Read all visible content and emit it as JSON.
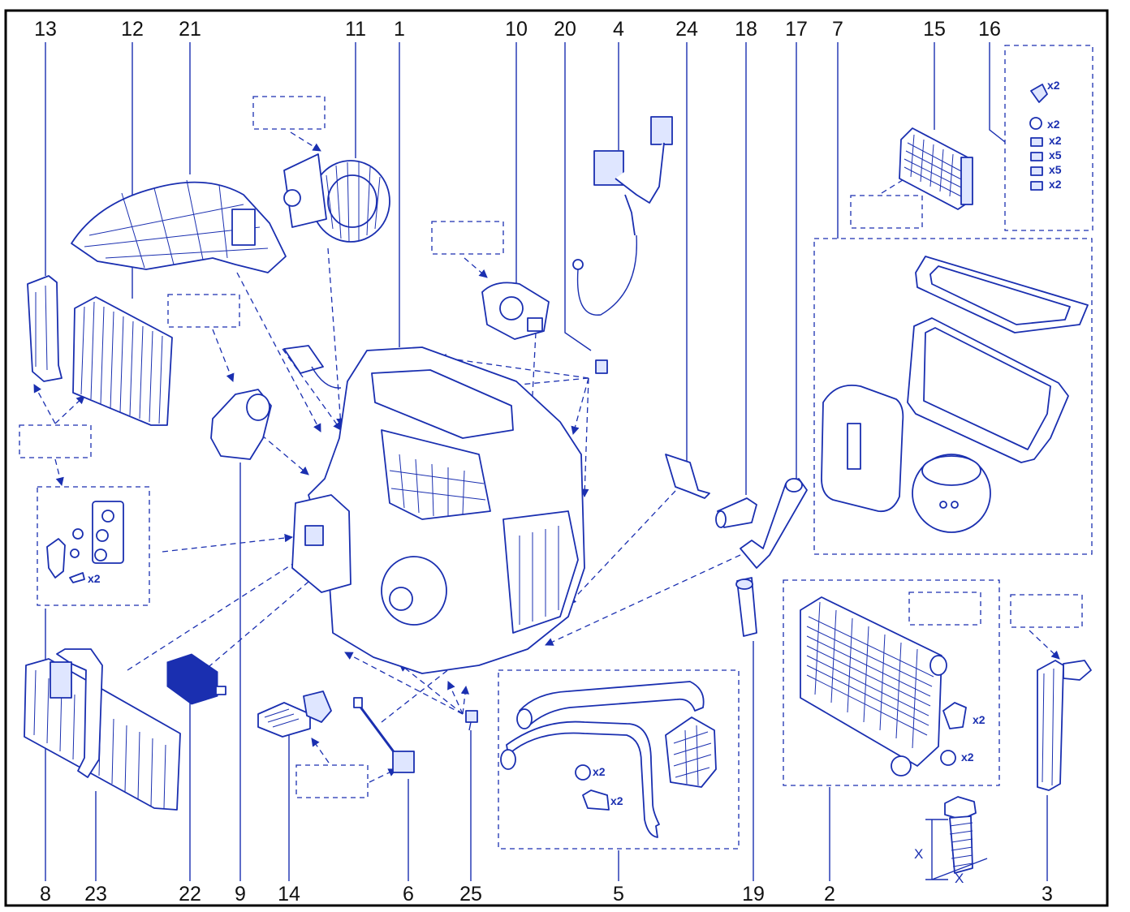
{
  "callouts_top": [
    "13",
    "12",
    "21",
    "11",
    "1",
    "10",
    "20",
    "4",
    "24",
    "18",
    "17",
    "7",
    "15",
    "16"
  ],
  "callouts_bottom": [
    "8",
    "23",
    "22",
    "9",
    "14",
    "6",
    "25",
    "5",
    "19",
    "2",
    "3"
  ],
  "quantities": {
    "kit16": [
      "x2",
      "x2",
      "x2",
      "x5",
      "x5",
      "x2"
    ],
    "kit8": "x2",
    "kit5_ring": "x2",
    "kit5_clip": "x2",
    "kit2_clip": "x2",
    "kit2_ring": "x2"
  },
  "dimension_label": "X",
  "colors": {
    "line": "#1a2fb0",
    "frame": "#000000",
    "fill": "#dfe6ff"
  }
}
